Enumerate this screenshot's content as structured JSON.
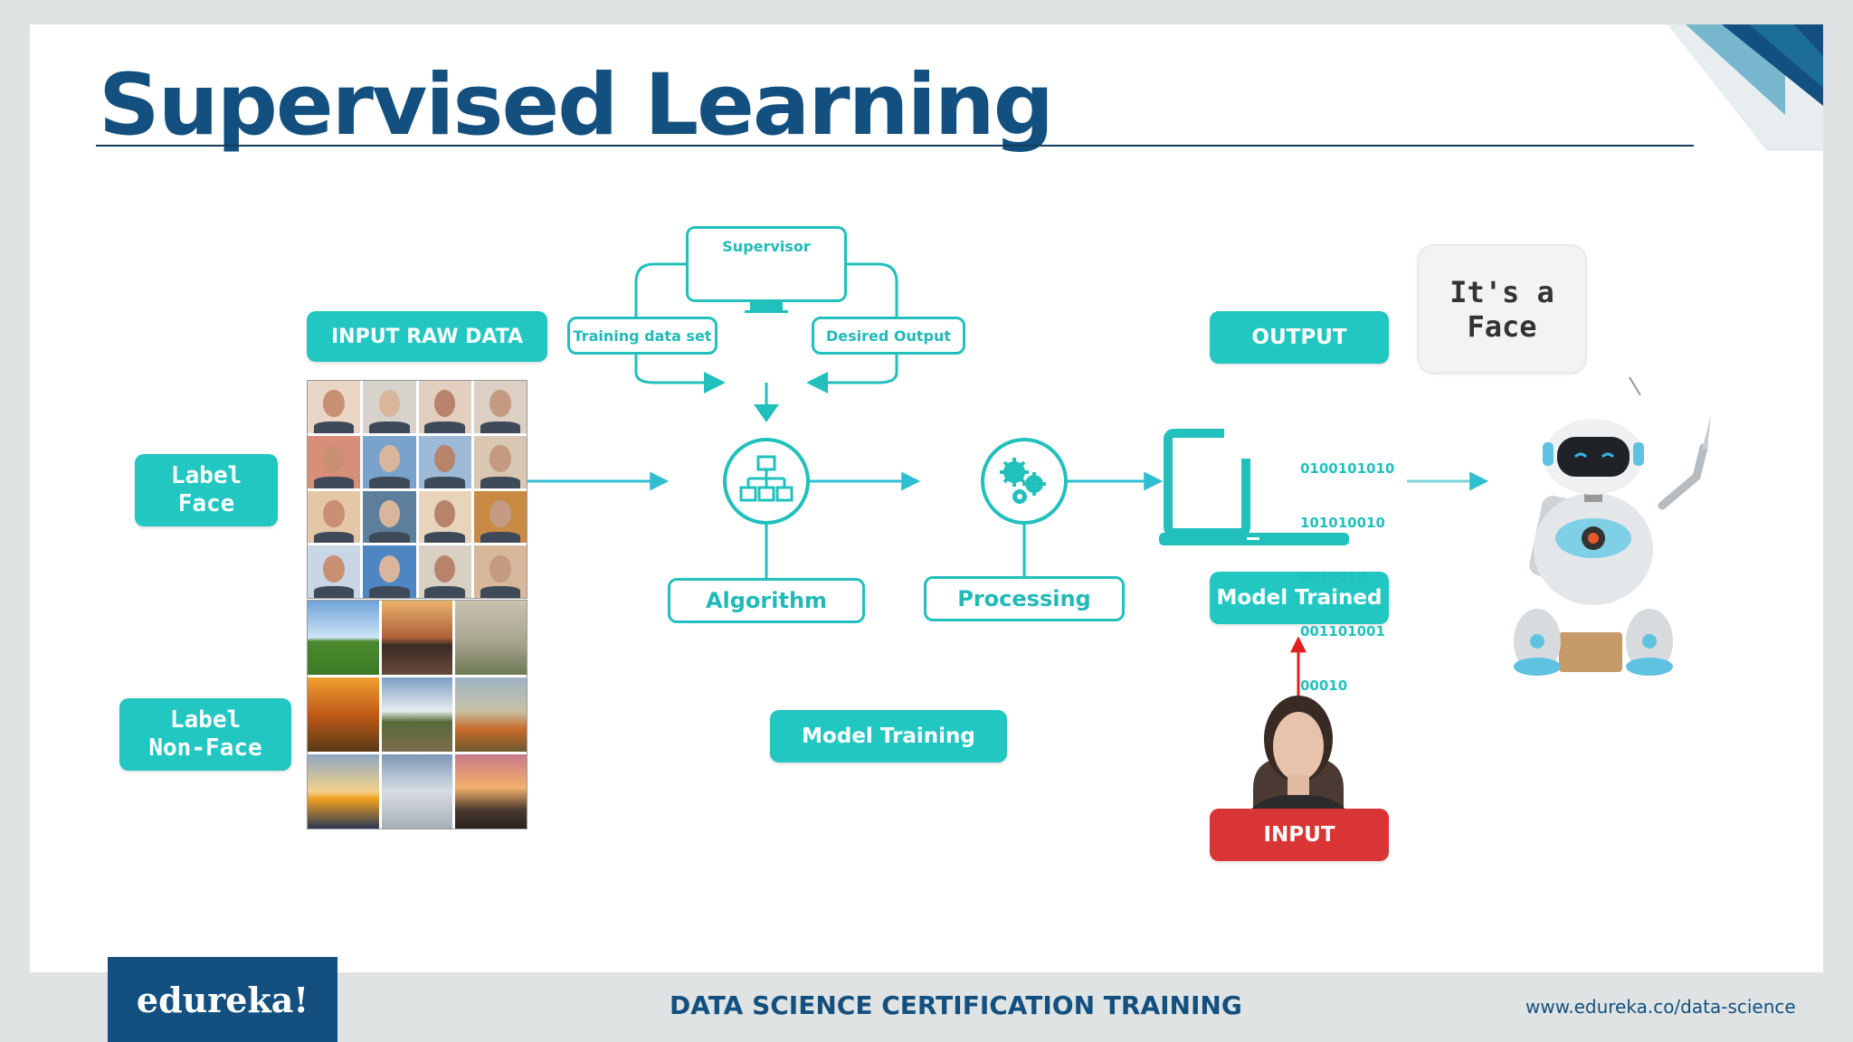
{
  "title": "Supervised Learning",
  "input_raw_data": "INPUT RAW DATA",
  "label_face": {
    "line1": "Label",
    "line2": "Face"
  },
  "label_nonface": {
    "line1": "Label",
    "line2": "Non-Face"
  },
  "supervisor": "Supervisor",
  "training_data_set": "Training data set",
  "desired_output": "Desired Output",
  "algorithm": "Algorithm",
  "processing": "Processing",
  "model_training": "Model Training",
  "output": "OUTPUT",
  "model_trained": "Model Trained",
  "input": "INPUT",
  "bubble": {
    "line1": "It's a",
    "line2": "Face"
  },
  "binary_lines": [
    "0100101010",
    "101010010",
    "0010010",
    "001101001",
    "00010"
  ],
  "footer": {
    "logo": "edureka!",
    "course": "DATA SCIENCE CERTIFICATION TRAINING",
    "url": "www.edureka.co/data-science"
  },
  "icons": {
    "supervisor": "person-at-laptop-icon",
    "algorithm": "hierarchy-icon",
    "processing": "gears-icon",
    "laptop": "laptop-icon",
    "robot": "robot-icon",
    "query": "woman-portrait-icon"
  },
  "colors": {
    "teal": "#22c7c2",
    "navy": "#13507f",
    "red": "#d93535",
    "arrow": "#2fbfd0"
  }
}
